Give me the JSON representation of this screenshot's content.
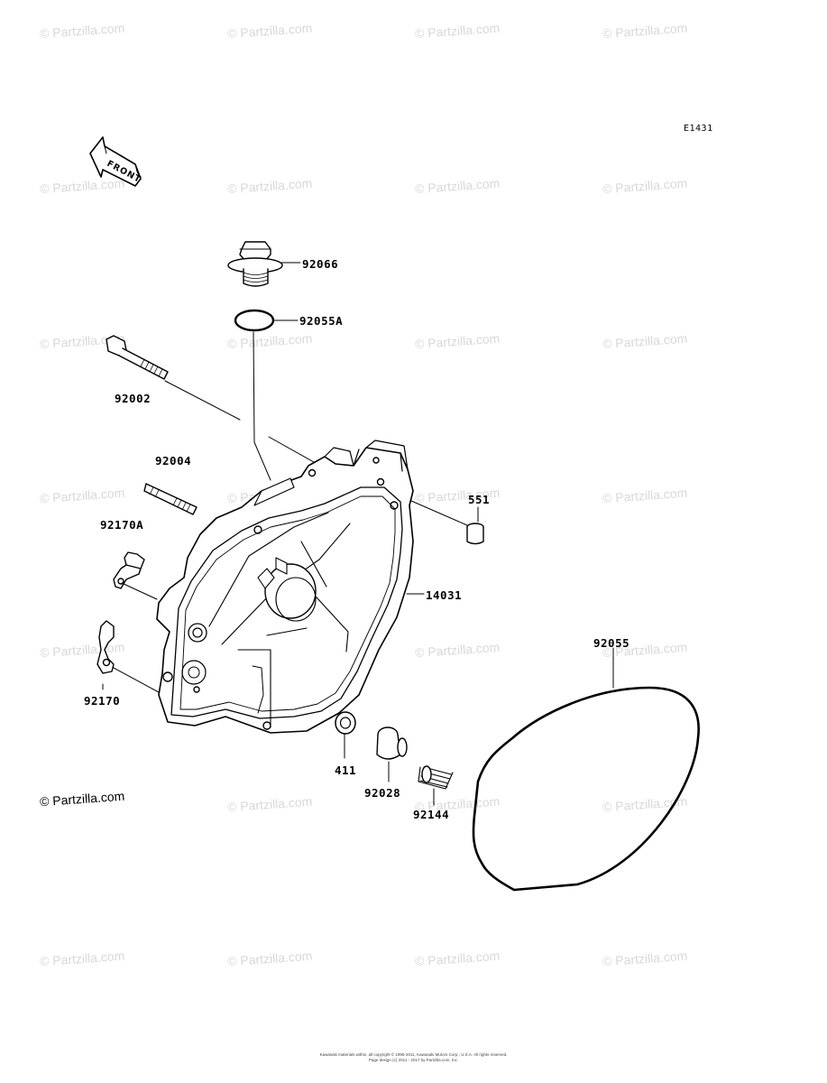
{
  "diagram_code": "E1431",
  "front_label": "FRONT",
  "watermark": "© Partzilla.com",
  "copyright": "© Partzilla.com",
  "footer": {
    "line1": "Kawasaki materials within, all copyright © 1995-2011, Kawasaki Motors Corp., U.S.A. All rights reserved.",
    "line2": "Page design (c) 2011 - 2017 by Partzilla.com, Inc."
  },
  "parts": [
    {
      "id": "92066",
      "name": "oil-filler-plug"
    },
    {
      "id": "92055A",
      "name": "o-ring-small"
    },
    {
      "id": "92002",
      "name": "bolt"
    },
    {
      "id": "92004",
      "name": "stud"
    },
    {
      "id": "551",
      "name": "dowel-pin"
    },
    {
      "id": "92170A",
      "name": "clamp-a"
    },
    {
      "id": "14031",
      "name": "engine-cover"
    },
    {
      "id": "92170",
      "name": "clamp"
    },
    {
      "id": "92055",
      "name": "o-ring-large"
    },
    {
      "id": "411",
      "name": "washer"
    },
    {
      "id": "92028",
      "name": "bushing"
    },
    {
      "id": "92144",
      "name": "spring"
    }
  ]
}
